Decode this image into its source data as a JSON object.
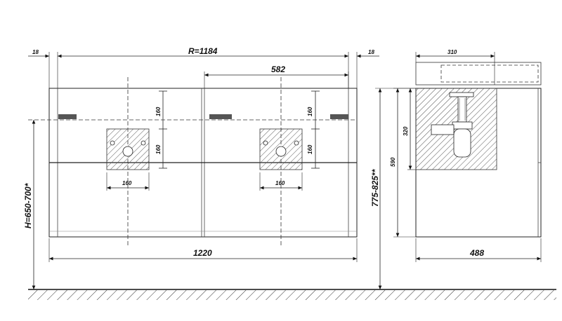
{
  "drawing": {
    "front": {
      "total_width": "1220",
      "radius_span": "R=1184",
      "side_offset_left": "18",
      "side_offset_right": "18",
      "sink_spacing": "582",
      "height_range": "H=650-700*",
      "box_dims": {
        "top_left": "160",
        "top_right": "160",
        "side_left": "160",
        "side_right": "160",
        "bottom_left": "160",
        "bottom_right": "160"
      }
    },
    "side": {
      "top_depth": "310",
      "depth": "488",
      "height_range": "775-825**",
      "inner_height": "590",
      "siphon_height": "320"
    }
  }
}
